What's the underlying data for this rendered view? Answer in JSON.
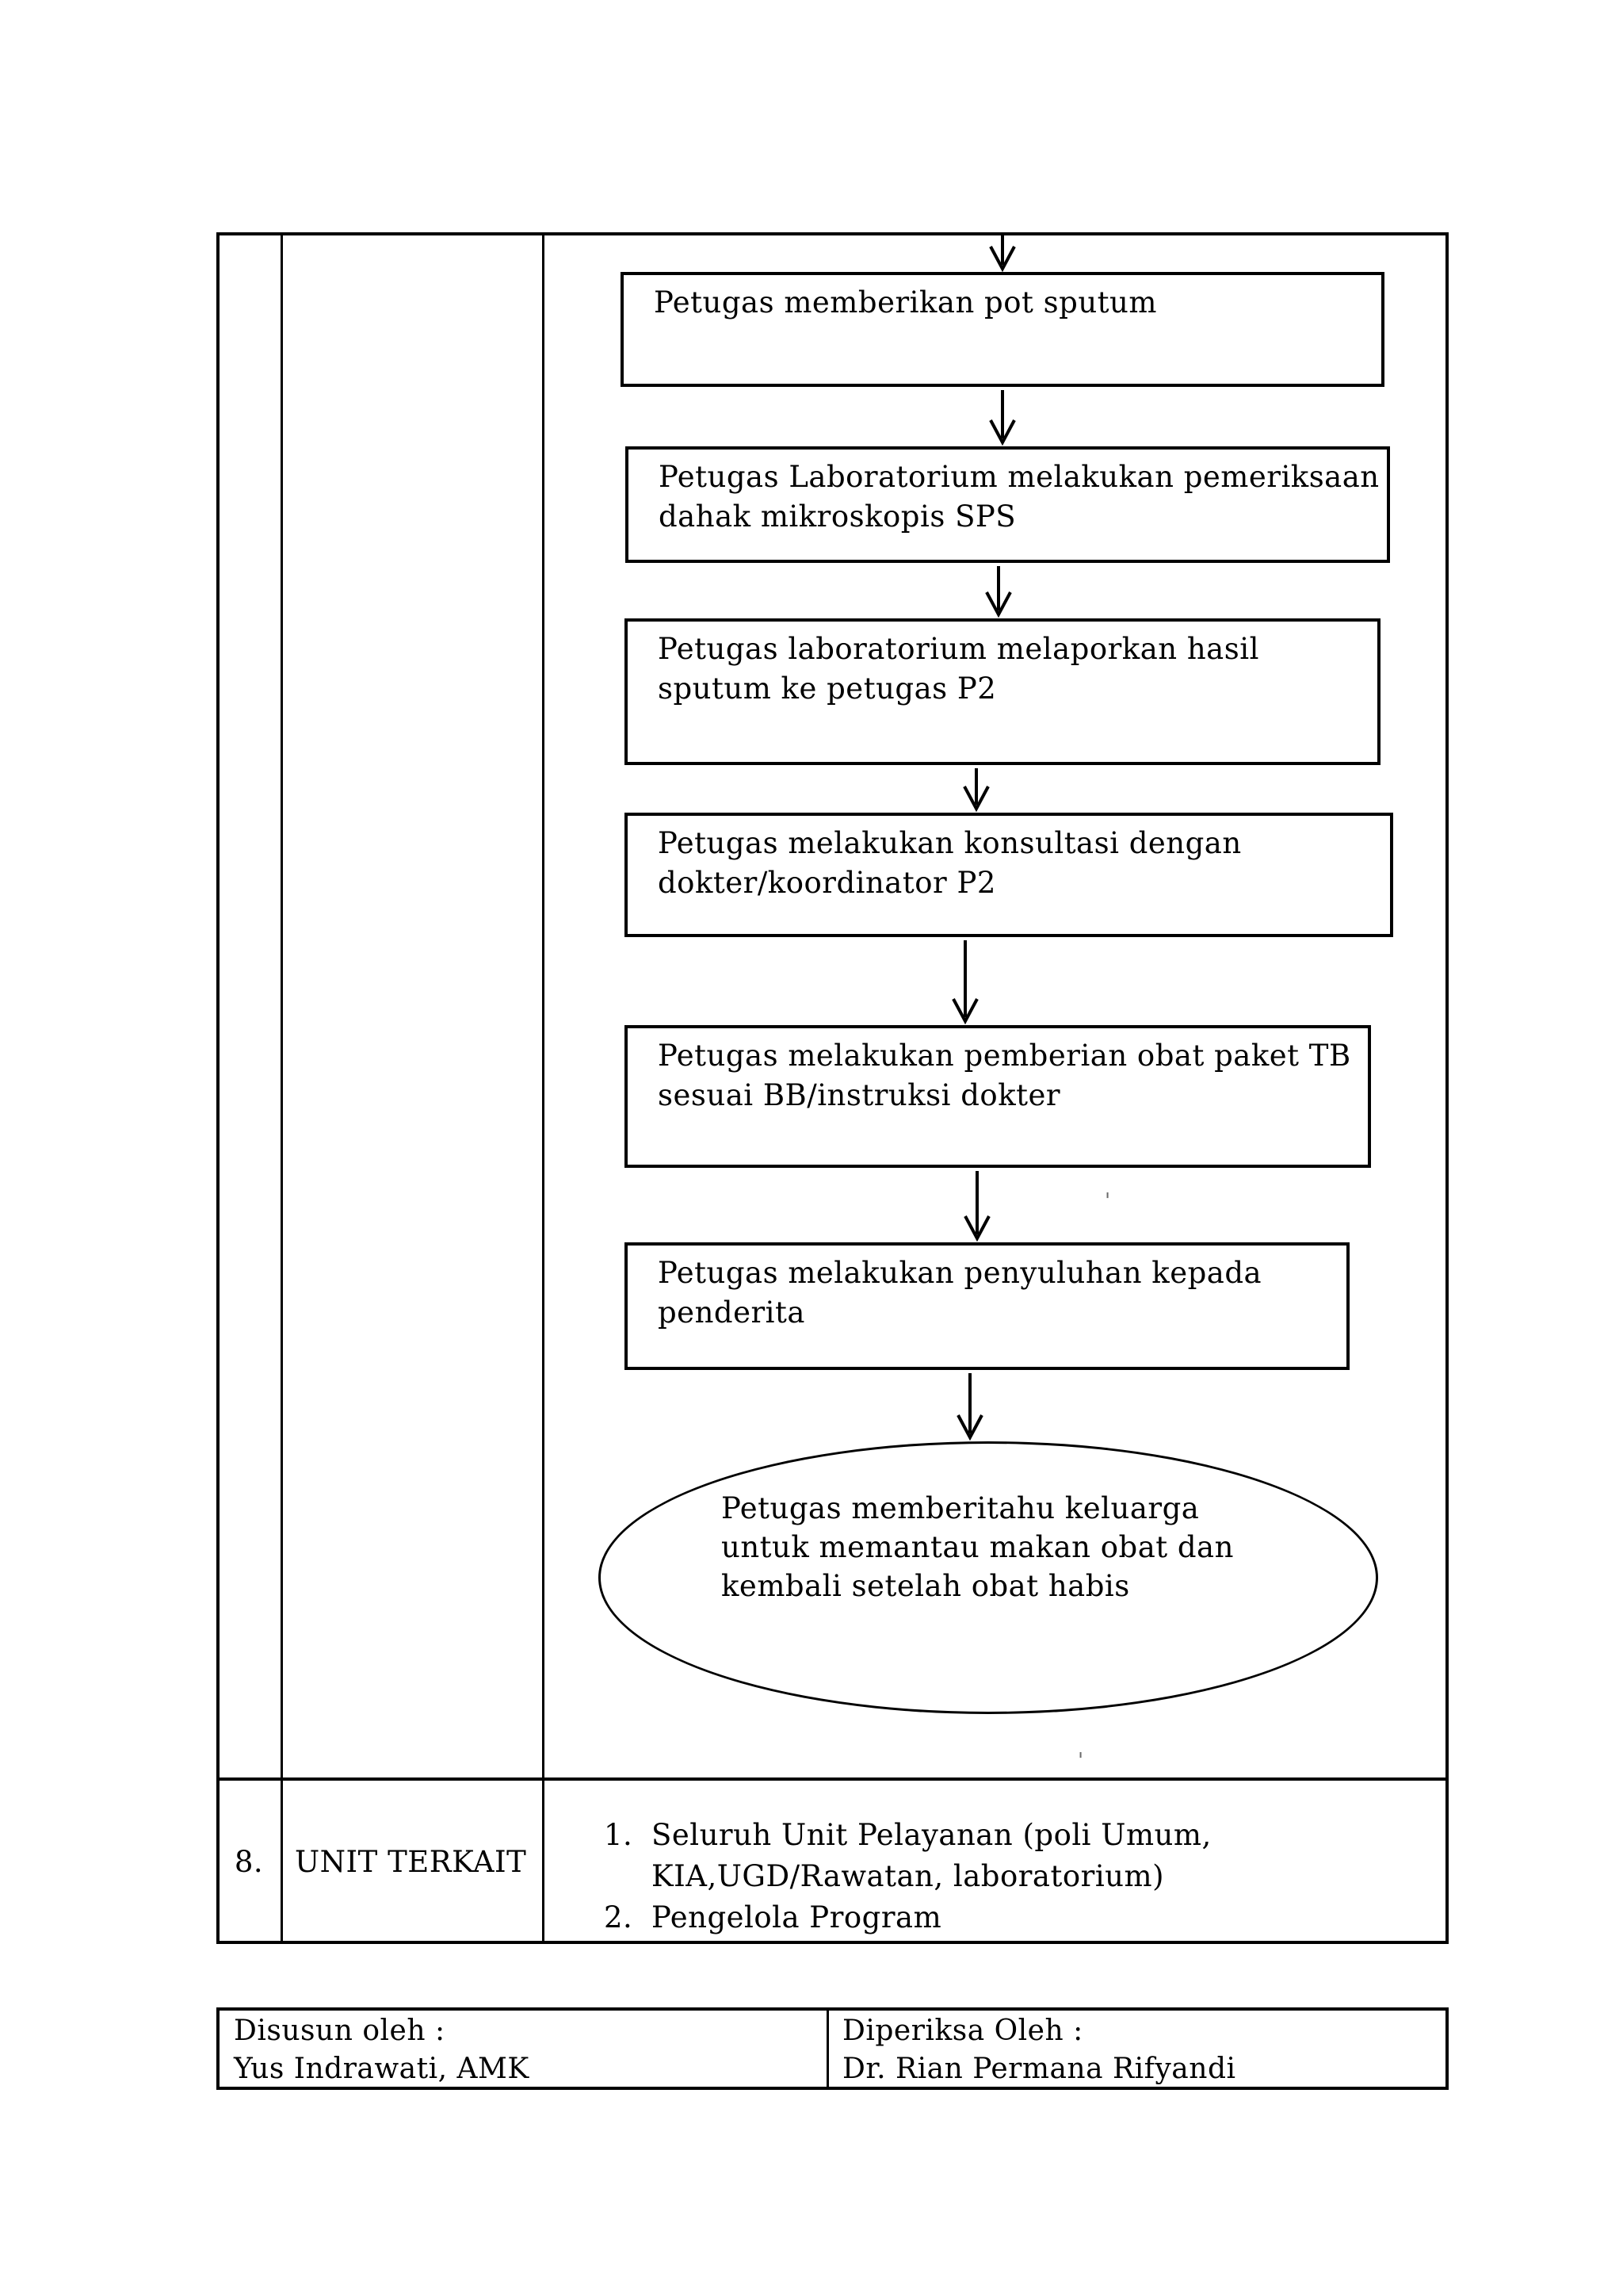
{
  "flowchart": {
    "steps": [
      {
        "shape": "rect",
        "lines": [
          "Petugas memberikan pot sputum"
        ]
      },
      {
        "shape": "rect",
        "lines": [
          "Petugas Laboratorium melakukan pemeriksaan",
          "dahak mikroskopis SPS"
        ]
      },
      {
        "shape": "rect",
        "lines": [
          "Petugas laboratorium melaporkan hasil",
          "sputum ke petugas P2"
        ]
      },
      {
        "shape": "rect",
        "lines": [
          "Petugas melakukan konsultasi dengan",
          "dokter/koordinator P2"
        ]
      },
      {
        "shape": "rect",
        "lines": [
          "Petugas melakukan pemberian obat paket TB",
          "sesuai BB/instruksi dokter"
        ]
      },
      {
        "shape": "rect",
        "lines": [
          "Petugas melakukan penyuluhan kepada",
          "penderita"
        ]
      },
      {
        "shape": "ellipse",
        "lines": [
          "Petugas memberitahu keluarga",
          "untuk memantau makan obat dan",
          "kembali setelah obat habis"
        ]
      }
    ]
  },
  "unit_terkait_row": {
    "number": "8.",
    "label": "UNIT TERKAIT",
    "items": [
      {
        "number": "1.",
        "lines": [
          "Seluruh Unit Pelayanan (poli Umum,",
          "KIA,UGD/Rawatan, laboratorium)"
        ]
      },
      {
        "number": "2.",
        "lines": [
          "Pengelola Program"
        ]
      }
    ]
  },
  "signoff": {
    "prepared": {
      "label": "Disusun oleh :",
      "name": "Yus Indrawati, AMK"
    },
    "checked": {
      "label": "Diperiksa Oleh :",
      "name": "Dr. Rian Permana Rifyandi"
    }
  },
  "scan_marks": {
    "mark1": "'",
    "mark2": "'"
  },
  "colors": {
    "ink": "#000000",
    "paper": "#ffffff"
  }
}
